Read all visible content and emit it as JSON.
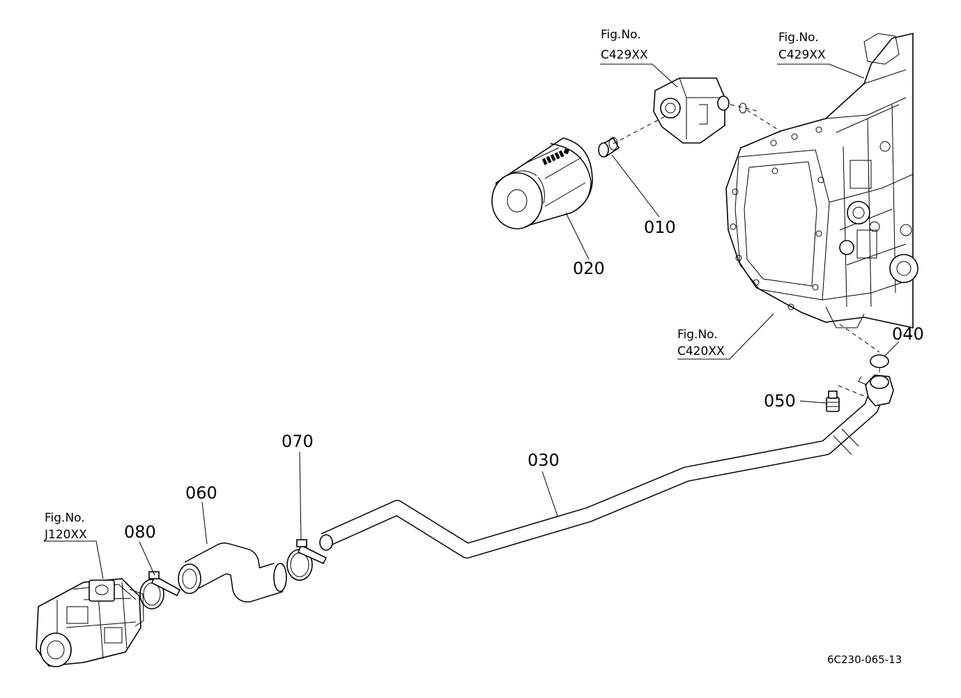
{
  "parts": {
    "p010": "010",
    "p020": "020",
    "p030": "030",
    "p040": "040",
    "p050": "050",
    "p060": "060",
    "p070": "070",
    "p080": "080"
  },
  "figure_refs": {
    "filter_head": {
      "label": "Fig.No.",
      "code": "C429XX"
    },
    "transmission_top": {
      "label": "Fig.No.",
      "code": "C429XX"
    },
    "transmission_case": {
      "label": "Fig.No.",
      "code": "C420XX"
    },
    "pump": {
      "label": "Fig.No.",
      "code": "J120XX"
    }
  },
  "drawing_id": "6C230-065-13"
}
